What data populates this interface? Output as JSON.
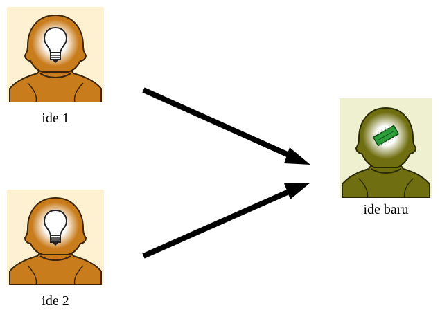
{
  "nodes": [
    {
      "label": "ide 1",
      "icon": "lightbulb-icon",
      "head_color": "#c97c1c",
      "halo_color": "#ffffff"
    },
    {
      "label": "ide 2",
      "icon": "lightbulb-icon",
      "head_color": "#c97c1c",
      "halo_color": "#ffffff"
    },
    {
      "label": "ide baru",
      "icon": "microchip-icon",
      "head_color": "#6f6e10",
      "halo_color": "#ffffff"
    }
  ],
  "edges": [
    {
      "from": "ide 1",
      "to": "ide baru"
    },
    {
      "from": "ide 2",
      "to": "ide baru"
    }
  ],
  "colors": {
    "arrow": "#000000",
    "tile_warm": "#fdf1d2",
    "tile_olive": "#eef0d0"
  }
}
